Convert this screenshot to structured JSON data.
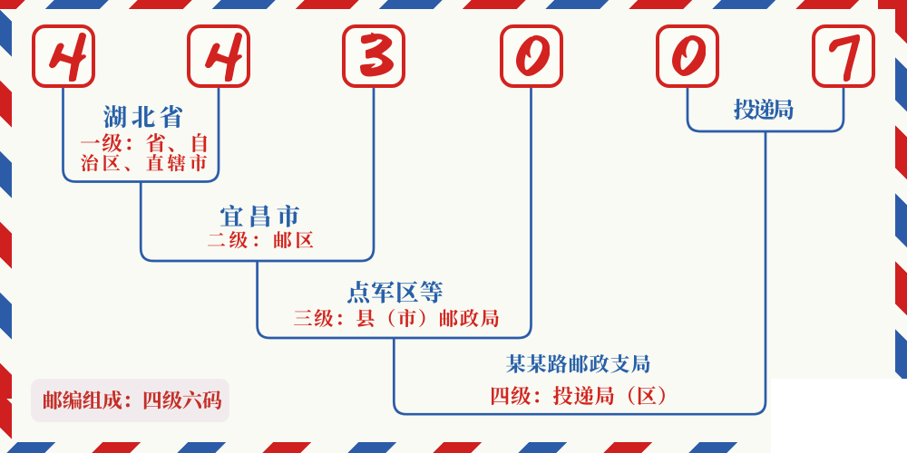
{
  "postal_code": {
    "code": "443007",
    "digits": [
      "4",
      "4",
      "3",
      "0",
      "0",
      "7"
    ]
  },
  "levels": [
    {
      "name": "湖北省",
      "desc": "一级：省、自治区、直辖市",
      "desc_lines": [
        "一级：省、自",
        "治区、直辖市"
      ],
      "digits": "44"
    },
    {
      "name": "宜昌市",
      "desc": "二级：邮区",
      "desc_lines": [
        "二级：邮区"
      ],
      "digits": "3"
    },
    {
      "name": "点军区等",
      "desc": "三级：县（市）邮政局",
      "desc_lines": [
        "三级：县（市）邮政局"
      ],
      "digits": "0"
    },
    {
      "name": "某某路邮政支局",
      "desc": "四级：投递局（区）",
      "desc_lines": [
        "四级：投递局（区）"
      ],
      "digits": "07"
    }
  ],
  "delivery_office_label": "投递局",
  "footer_badge": "邮编组成：四级六码",
  "colors": {
    "background": "#f9faf4",
    "stripe_red": "#cf1f1f",
    "stripe_blue": "#2c5ca8",
    "box_red": "#d22320",
    "digit_red": "#d22320",
    "line_blue": "#2b5ca8",
    "title_blue": "#2760a8",
    "subtitle_red": "#d2241e",
    "badge_bg": "#f2ebed",
    "badge_red": "#c42f28"
  }
}
